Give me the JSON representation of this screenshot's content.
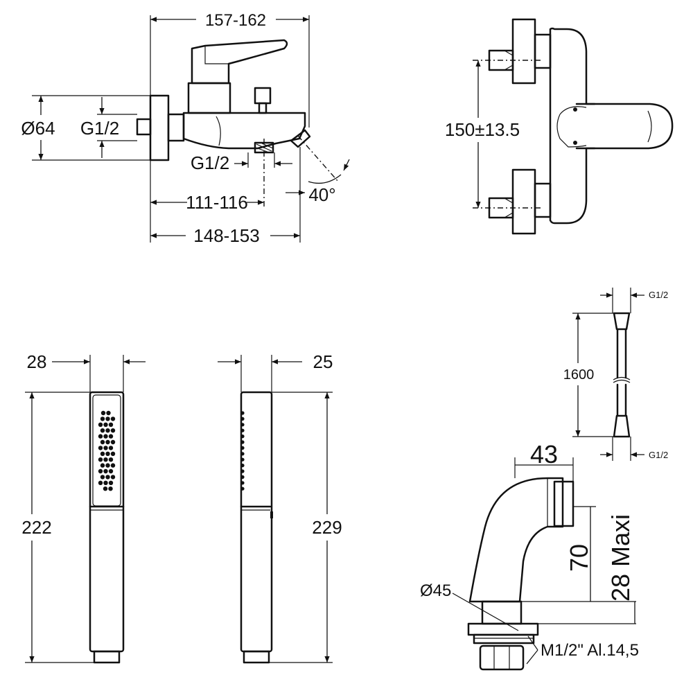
{
  "mixer_side": {
    "width_overall": "157-162",
    "body_diameter": "Ø64",
    "inlet_thread": "G1/2",
    "outlet_thread": "G1/2",
    "spout_angle": "40°",
    "dim_to_outlet": "111-116",
    "dim_to_spout": "148-153"
  },
  "mixer_top": {
    "center_distance": "150±13.5"
  },
  "hand_shower_front": {
    "width": "28",
    "height": "222"
  },
  "hand_shower_side": {
    "depth": "25",
    "height": "229"
  },
  "hose": {
    "top_thread": "G1/2",
    "length": "1600",
    "bottom_thread": "G1/2"
  },
  "eccentric": {
    "projection": "43",
    "height_max": "70",
    "adjust": "28 Maxi",
    "cover_diameter": "Ø45",
    "thread": "M1/2\" Al.14,5"
  }
}
